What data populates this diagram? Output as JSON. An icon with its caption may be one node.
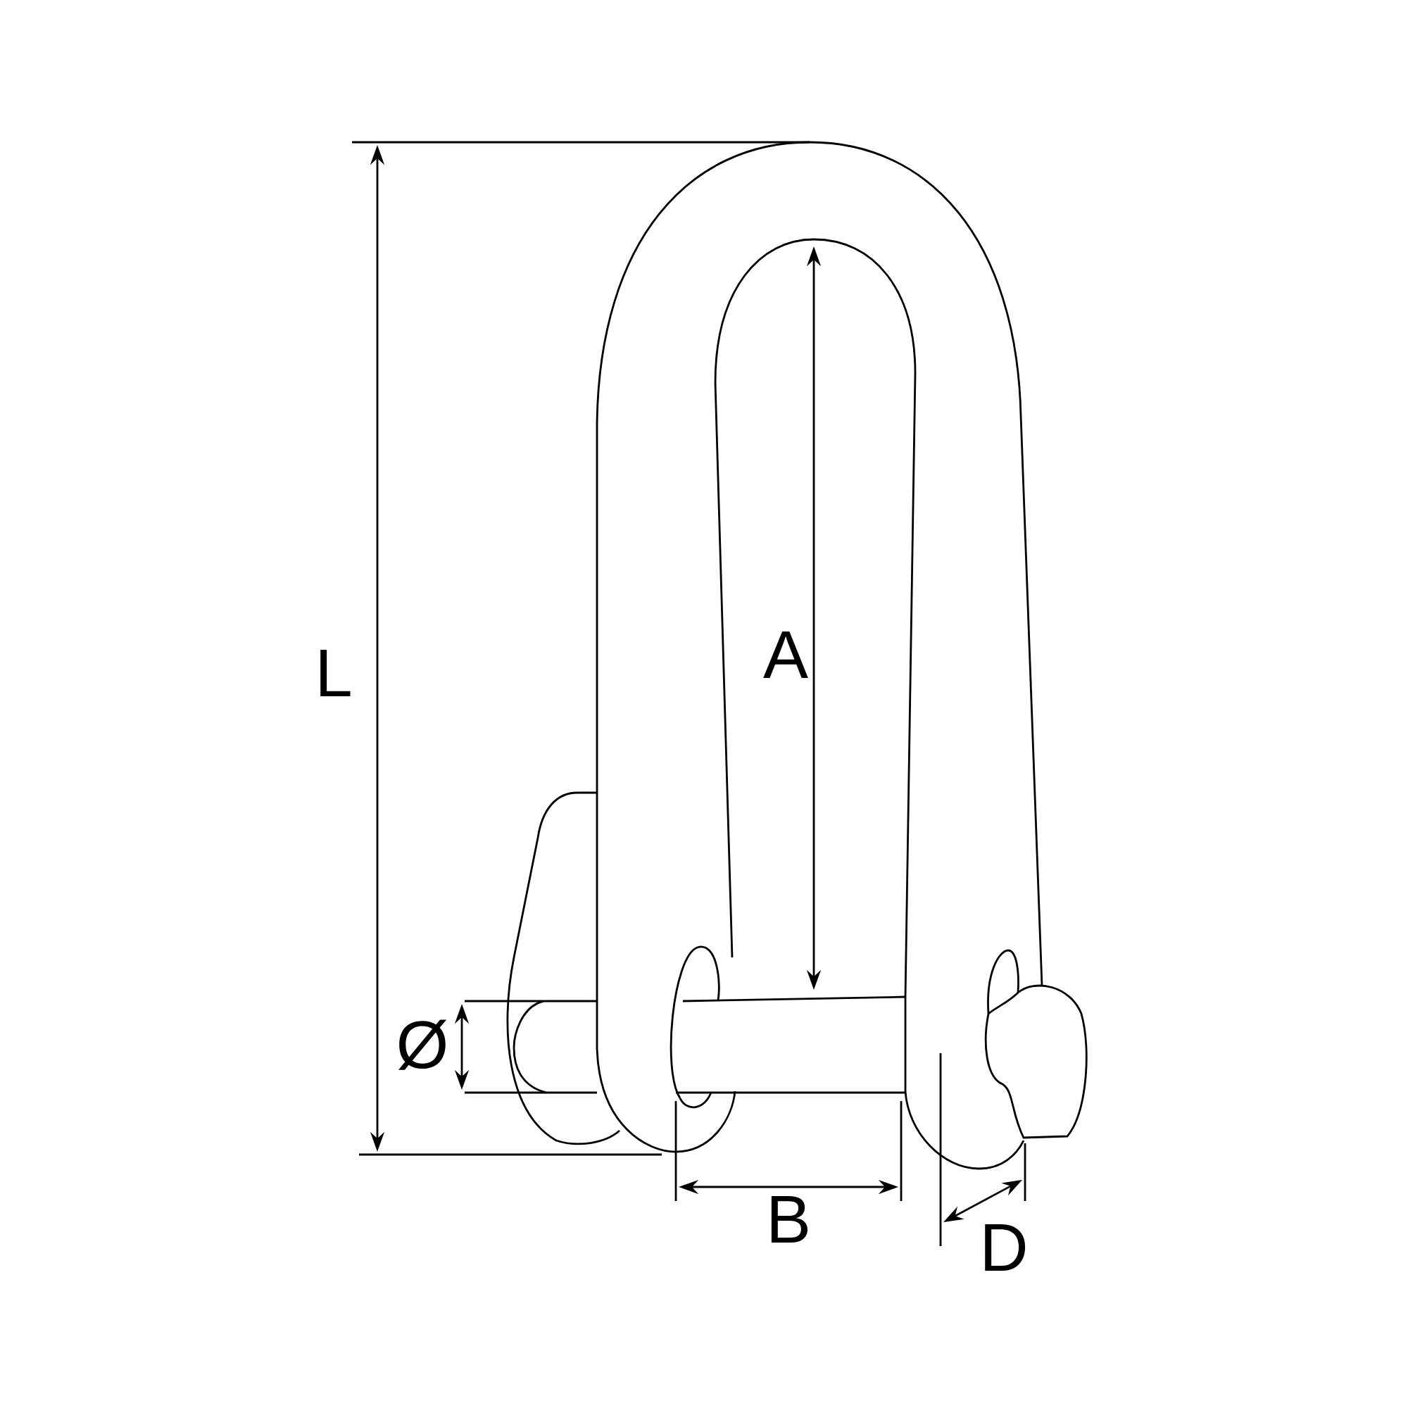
{
  "diagram": {
    "labels": [
      "L",
      "A",
      "Ø",
      "B",
      "D"
    ]
  }
}
